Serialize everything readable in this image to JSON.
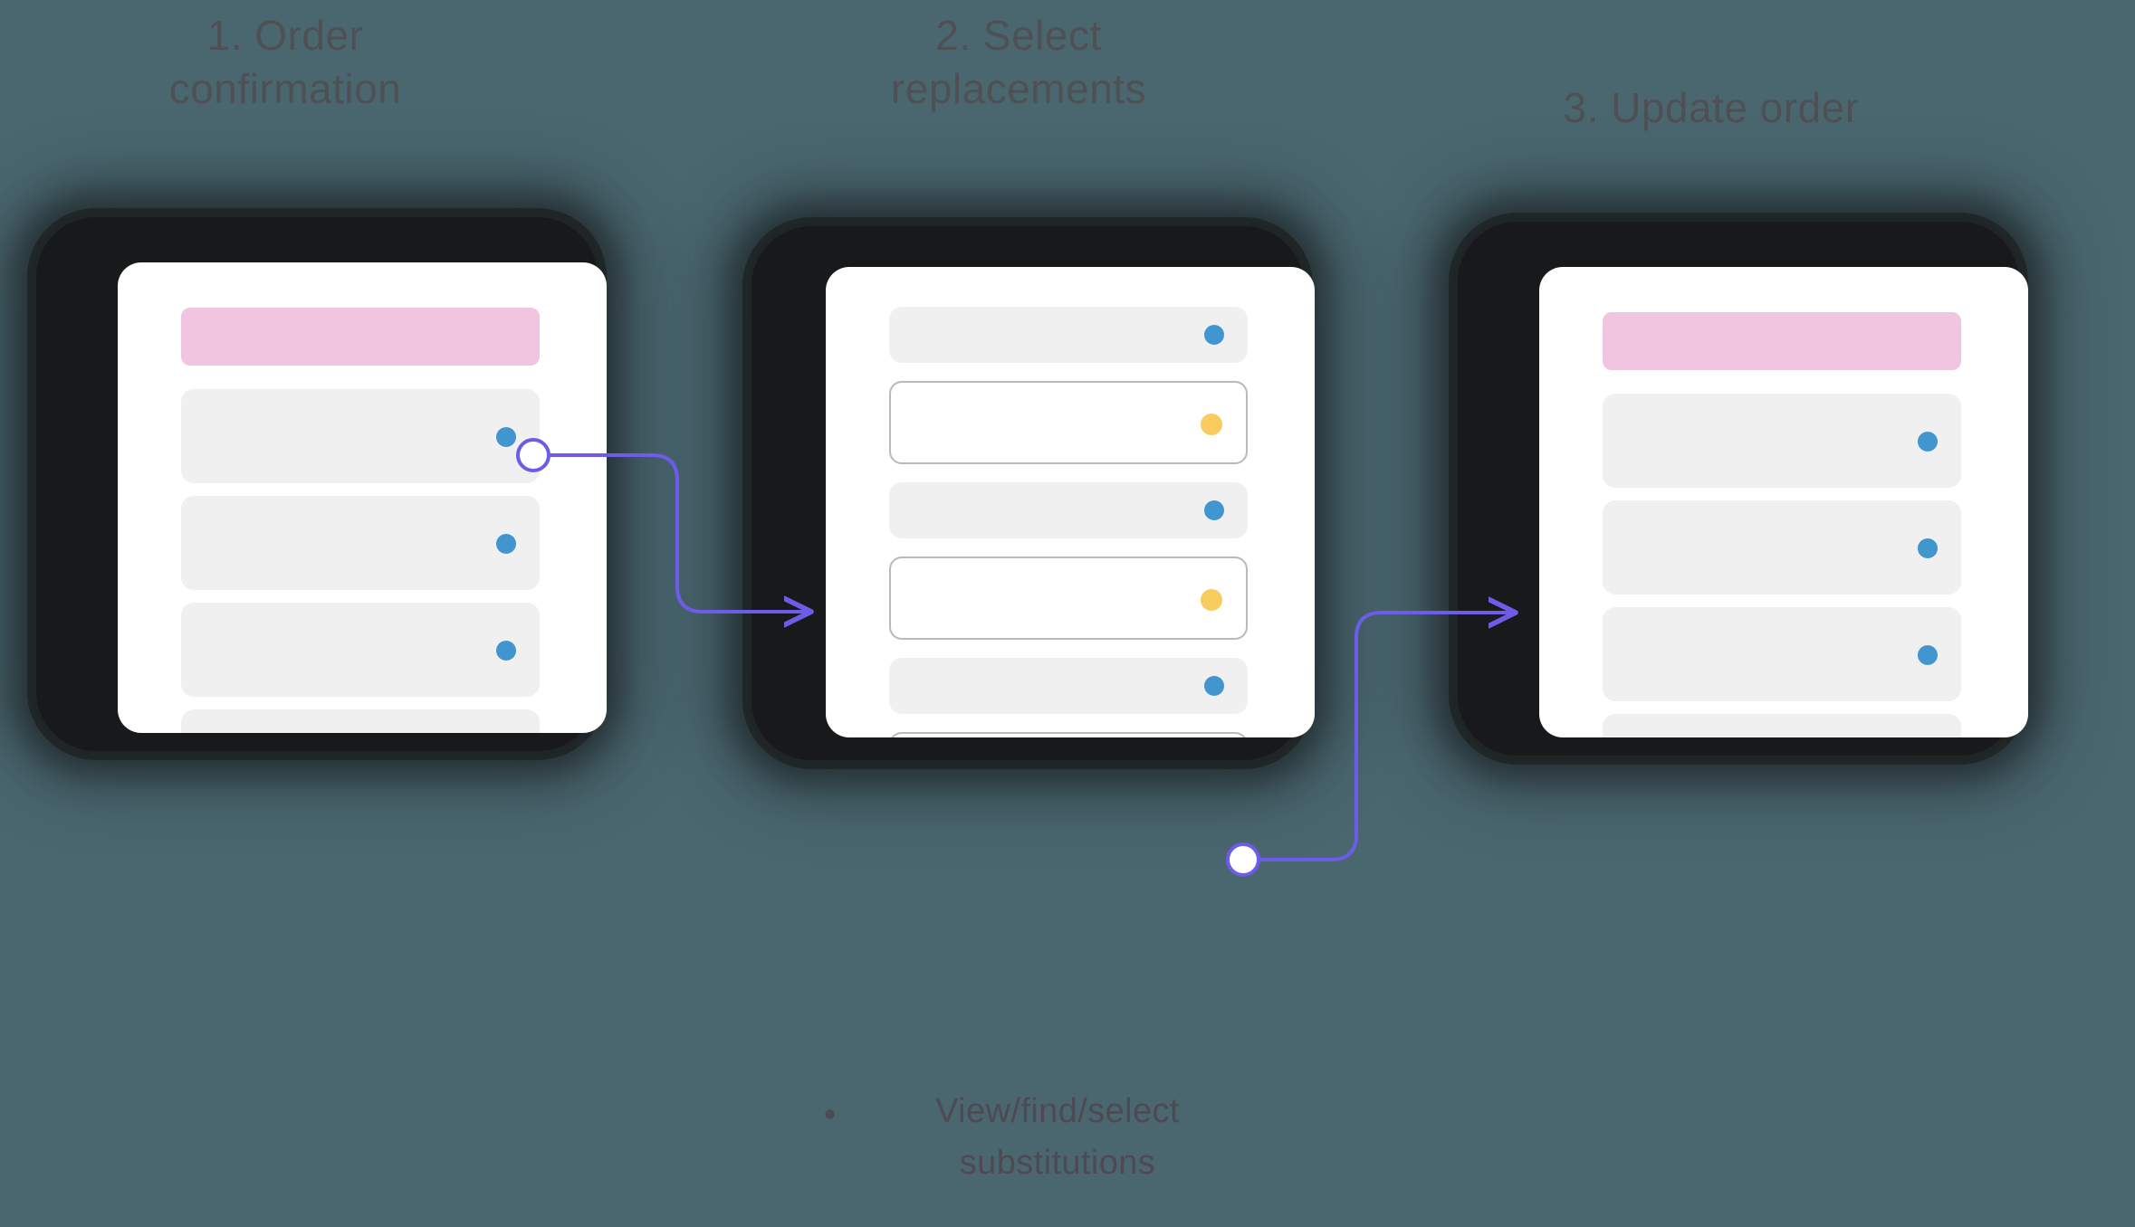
{
  "background_color": "#4a6770",
  "accent_colors": {
    "connector_purple": "#6c5ce7",
    "dot_blue": "#4196cf",
    "dot_yellow": "#f9cc5f",
    "header_pink": "#f1c4e0",
    "row_gray": "#f0f0f0",
    "row_outline": "#b9b9bd",
    "dark_bar": "#413e51",
    "phone_body": "#18191a",
    "heading_text": "#4f4f52"
  },
  "steps": [
    {
      "id": "step-1",
      "heading": "1. Order\nconfirmation",
      "screen": {
        "has_header_bar": true,
        "header_bar_color": "#f1c4e0",
        "rows": [
          {
            "style": "filled",
            "dot": "blue"
          },
          {
            "style": "filled",
            "dot": "blue"
          },
          {
            "style": "filled",
            "dot": "blue"
          },
          {
            "style": "filled",
            "dot": "blue"
          }
        ]
      }
    },
    {
      "id": "step-2",
      "heading": "2. Select\nreplacements",
      "screen": {
        "has_header_bar": false,
        "rows": [
          {
            "style": "filled",
            "dot": "blue"
          },
          {
            "style": "outlined",
            "dot": "yellow"
          },
          {
            "style": "filled",
            "dot": "blue"
          },
          {
            "style": "outlined",
            "dot": "yellow"
          },
          {
            "style": "filled",
            "dot": "blue"
          },
          {
            "style": "outlined",
            "dot": "yellow"
          }
        ],
        "overlay_bar": {
          "style": "dark",
          "color": "#413e51"
        }
      }
    },
    {
      "id": "step-3",
      "heading": "3. Update order",
      "screen": {
        "has_header_bar": true,
        "header_bar_color": "#f1c4e0",
        "rows": [
          {
            "style": "filled",
            "dot": "blue"
          },
          {
            "style": "filled",
            "dot": "blue"
          },
          {
            "style": "filled",
            "dot": "blue"
          },
          {
            "style": "filled",
            "dot": "blue"
          }
        ]
      }
    }
  ],
  "connectors": [
    {
      "id": "connector-1",
      "from_step": "step-1",
      "to_step": "step-2",
      "start_marker": "circle",
      "end_marker": "arrow",
      "direction": "down-right"
    },
    {
      "id": "connector-2",
      "from_step": "step-2",
      "to_step": "step-3",
      "start_marker": "circle",
      "end_marker": "arrow",
      "direction": "up-right"
    }
  ],
  "caption": {
    "bullet": "•",
    "text": "View/find/select\nsubstitutions"
  }
}
